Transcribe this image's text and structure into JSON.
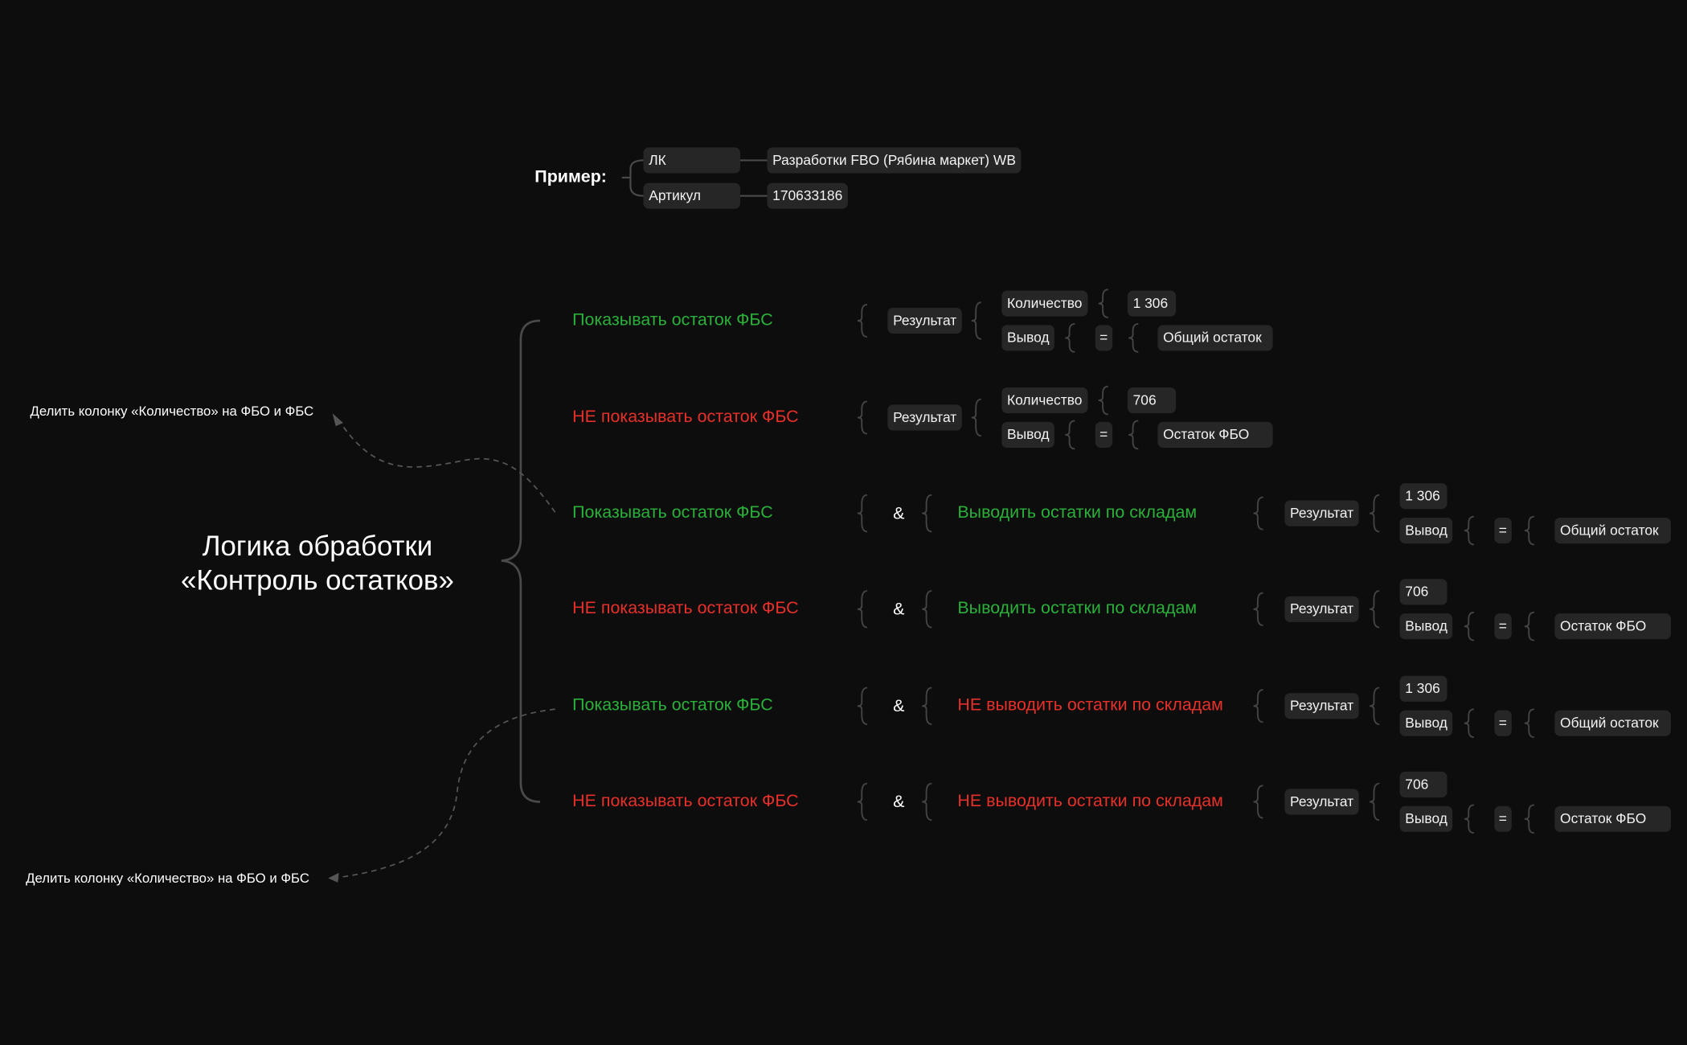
{
  "example": {
    "label": "Пример:",
    "rows": [
      {
        "key": "ЛК",
        "value": "Разработки FBO (Рябина маркет) WB"
      },
      {
        "key": "Артикул",
        "value": "170633186"
      }
    ]
  },
  "title_line1": "Логика обработки",
  "title_line2": "«Контроль остатков»",
  "notes": [
    "Делить колонку «Количество» на ФБО и ФБС",
    "Делить колонку «Количество» на ФБО и ФБС"
  ],
  "labels": {
    "result": "Результат",
    "quantity": "Количество",
    "output": "Вывод",
    "equals": "=",
    "amp": "&"
  },
  "rows": [
    {
      "fbs": "Показывать остаток ФБС",
      "fbs_state": "show",
      "warehouses": null,
      "wh_state": null,
      "quantity": "1 306",
      "output": "Общий остаток"
    },
    {
      "fbs": "НЕ показывать остаток ФБС",
      "fbs_state": "hide",
      "warehouses": null,
      "wh_state": null,
      "quantity": "706",
      "output": "Остаток ФБО"
    },
    {
      "fbs": "Показывать остаток ФБС",
      "fbs_state": "show",
      "warehouses": "Выводить остатки по складам",
      "wh_state": "show",
      "quantity": "1 306",
      "output": "Общий остаток"
    },
    {
      "fbs": "НЕ показывать остаток ФБС",
      "fbs_state": "hide",
      "warehouses": "Выводить остатки по складам",
      "wh_state": "show",
      "quantity": "706",
      "output": "Остаток ФБО"
    },
    {
      "fbs": "Показывать остаток ФБС",
      "fbs_state": "show",
      "warehouses": "НЕ выводить остатки по складам",
      "wh_state": "hide",
      "quantity": "1 306",
      "output": "Общий остаток"
    },
    {
      "fbs": "НЕ показывать остаток ФБС",
      "fbs_state": "hide",
      "warehouses": "НЕ выводить остатки по складам",
      "wh_state": "hide",
      "quantity": "706",
      "output": "Остаток ФБО"
    }
  ],
  "colors": {
    "background": "#0d0d0d",
    "box": "#262626",
    "positive": "#2bb03a",
    "negative": "#e8302a",
    "line": "#4a4a4a"
  }
}
